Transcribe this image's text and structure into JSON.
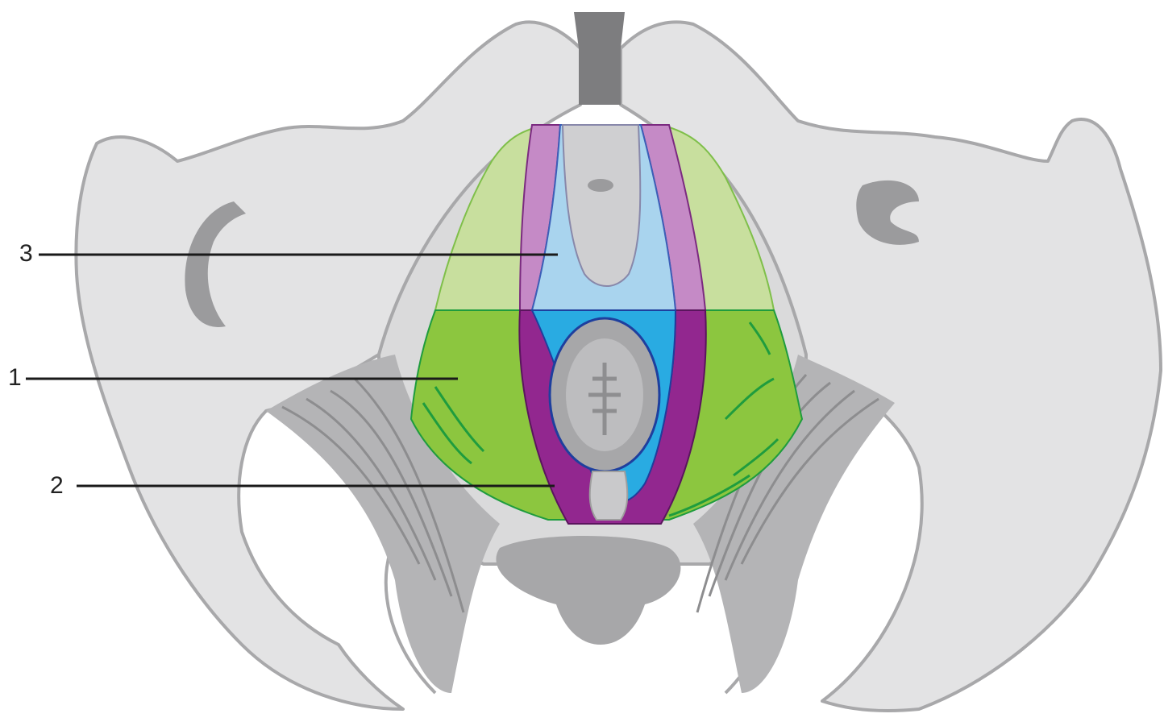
{
  "labels": {
    "one": "1",
    "two": "2",
    "three": "3"
  },
  "colors": {
    "background": "#ffffff",
    "bone": "#e3e3e4",
    "bone_outline": "#a8a8aa",
    "ligament": "#8d8d8f",
    "muscle_grey": "#c9c9cb",
    "green_muscle": "#8cc63f",
    "green_light": "#c8df9e",
    "purple_muscle": "#92278f",
    "purple_light": "#c58ac6",
    "blue_muscle": "#29abe2",
    "blue_light": "#a9d4ee",
    "organ_grey": "#a7a7a9"
  }
}
